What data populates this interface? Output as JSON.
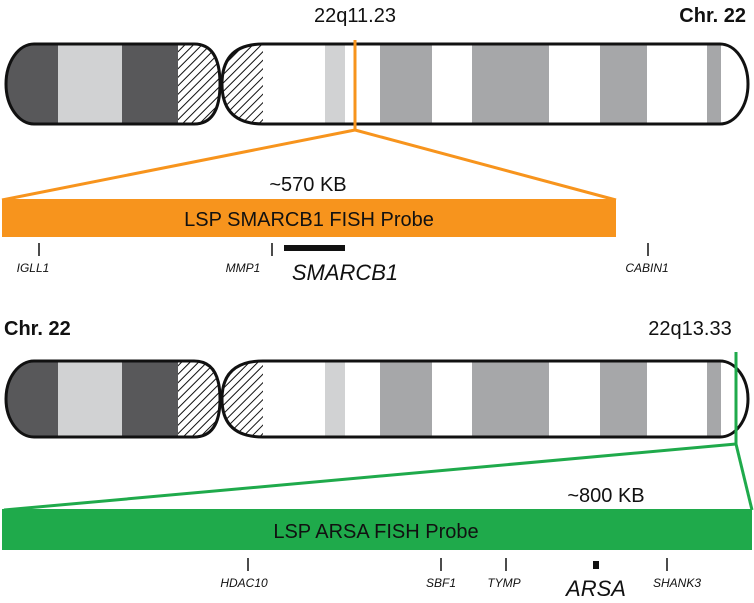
{
  "panels": [
    {
      "band": "22q11.23",
      "chromosome": "Chr. 22",
      "size": "~570 KB",
      "probe_name": "LSP SMARCB1 FISH Probe",
      "probe_color": "#f7941d",
      "target_gene": "SMARCB1",
      "genes": [
        "IGLL1",
        "MMP1",
        "CABIN1"
      ]
    },
    {
      "band": "22q13.33",
      "chromosome": "Chr. 22",
      "size": "~800 KB",
      "probe_name": "LSP ARSA FISH Probe",
      "probe_color": "#1faa4b",
      "target_gene": "ARSA",
      "genes": [
        "HDAC10",
        "SBF1",
        "TYMP",
        "SHANK3"
      ]
    }
  ],
  "colors": {
    "dark_band": "#58585a",
    "light_band": "#d1d2d3",
    "mid_band": "#a6a7a9",
    "outline": "#111111"
  }
}
